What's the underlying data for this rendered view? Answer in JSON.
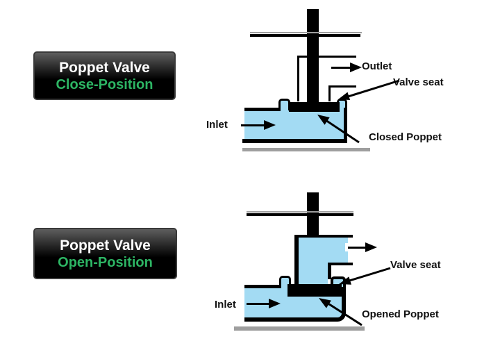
{
  "colors": {
    "fluid": "#a3dbf3",
    "accent_green": "#2db564",
    "title_white": "#ffffff",
    "line_black": "#000000",
    "ground_gray": "#9e9e9e"
  },
  "panels": [
    {
      "id": "close-position",
      "badge": {
        "title": "Poppet Valve",
        "subtitle": "Close-Position"
      },
      "labels": {
        "inlet": "Inlet",
        "outlet": "Outlet",
        "valve_seat": "Valve seat",
        "poppet_state": "Closed Poppet"
      }
    },
    {
      "id": "open-position",
      "badge": {
        "title": "Poppet Valve",
        "subtitle": "Open-Position"
      },
      "labels": {
        "inlet": "Inlet",
        "valve_seat": "Valve seat",
        "poppet_state": "Opened Poppet"
      }
    }
  ]
}
